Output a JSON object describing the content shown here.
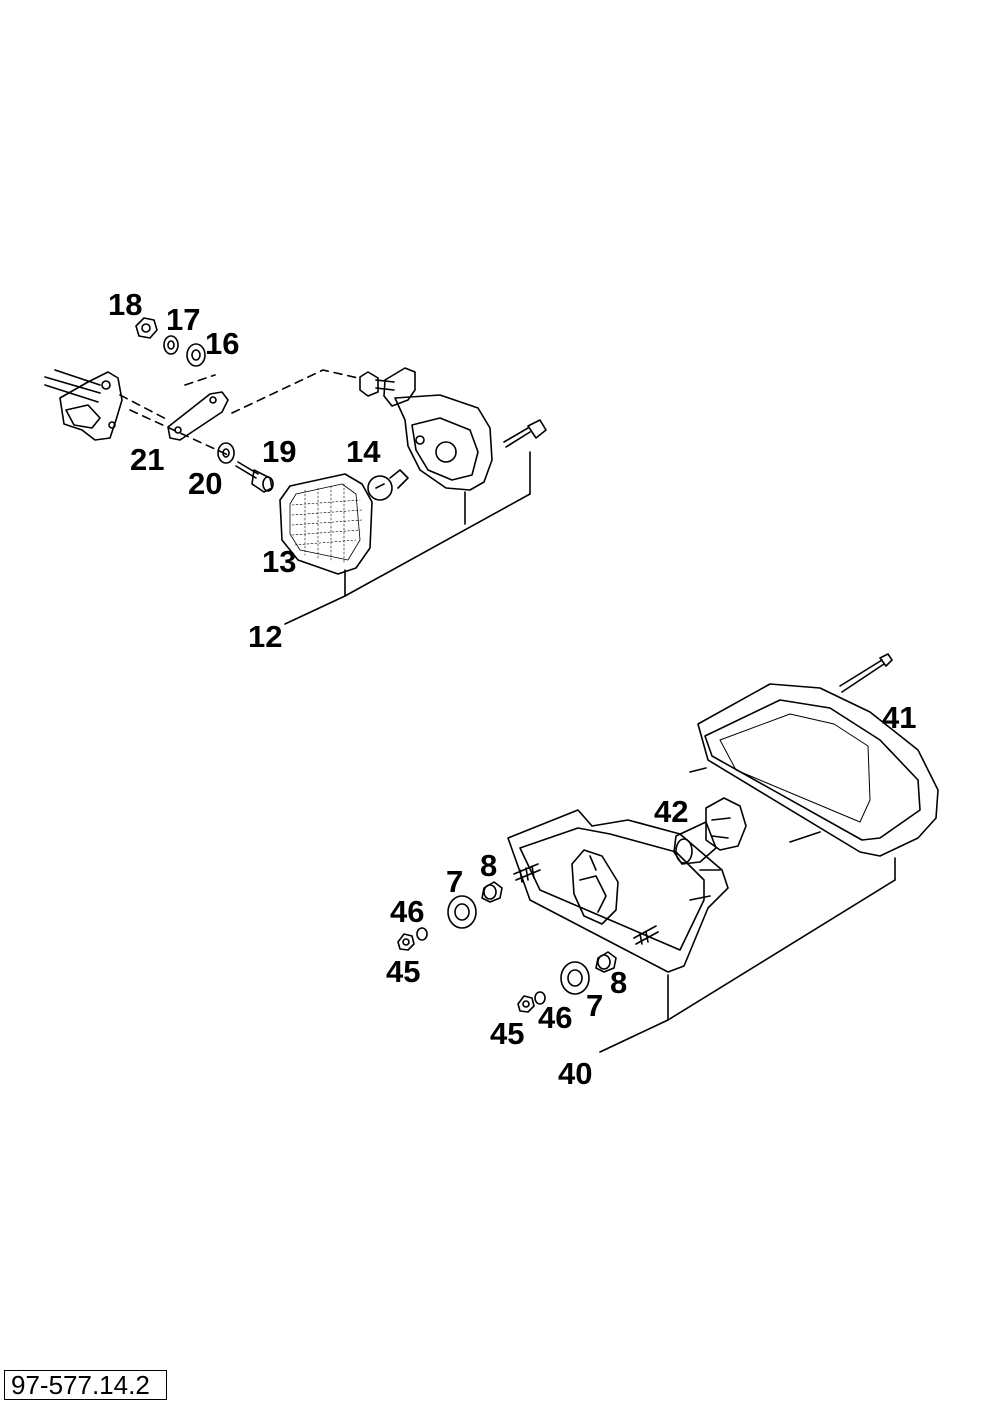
{
  "diagram": {
    "labels": {
      "l18": "18",
      "l17": "17",
      "l16": "16",
      "l21": "21",
      "l19": "19",
      "l20": "20",
      "l14": "14",
      "l13": "13",
      "l12": "12",
      "l41": "41",
      "l42": "42",
      "l8a": "8",
      "l7a": "7",
      "l46a": "46",
      "l45a": "45",
      "l8b": "8",
      "l7b": "7",
      "l46b": "46",
      "l45b": "45",
      "l40": "40"
    },
    "reference_code": "97-577.14.2"
  },
  "colors": {
    "line": "#000000",
    "background": "#ffffff"
  }
}
